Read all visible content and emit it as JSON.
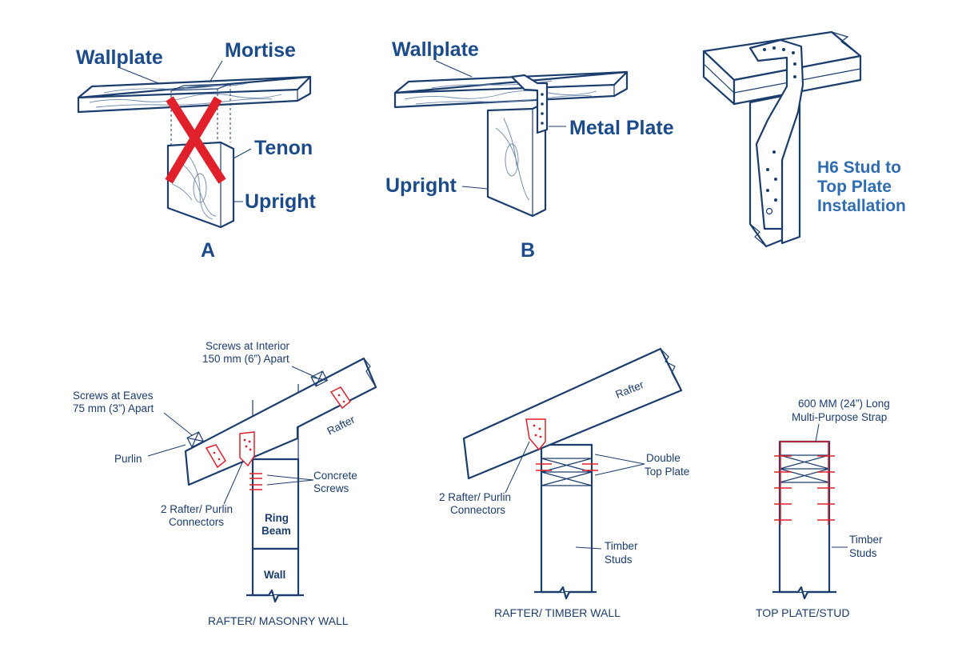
{
  "colors": {
    "line": "#1b3d6e",
    "label_blue": "#1b4b8a",
    "h6_blue": "#2f6db3",
    "accent_red": "#e0202a",
    "background": "#ffffff"
  },
  "panel_a": {
    "wallplate": "Wallplate",
    "mortise": "Mortise",
    "tenon": "Tenon",
    "upright": "Upright",
    "caption": "A",
    "cross_icon": "x-mark-icon"
  },
  "panel_b": {
    "wallplate": "Wallplate",
    "metal_plate": "Metal Plate",
    "upright": "Upright",
    "caption": "B"
  },
  "panel_h6": {
    "label_line1": "H6 Stud to",
    "label_line2": "Top Plate",
    "label_line3": "Installation"
  },
  "masonry": {
    "screws_interior_1": "Screws at Interior",
    "screws_interior_2": "150 mm (6”) Apart",
    "screws_eaves_1": "Screws at Eaves",
    "screws_eaves_2": "75 mm (3”) Apart",
    "rafter": "Rafter",
    "purlin": "Purlin",
    "concrete_1": "Concrete",
    "concrete_2": "Screws",
    "connectors_1": "2 Rafter/ Purlin",
    "connectors_2": "Connectors",
    "ring_1": "Ring",
    "ring_2": "Beam",
    "wall": "Wall",
    "caption": "RAFTER/ MASONRY WALL"
  },
  "timber": {
    "rafter": "Rafter",
    "double_1": "Double",
    "double_2": "Top Plate",
    "connectors_1": "2 Rafter/ Purlin",
    "connectors_2": "Connectors",
    "studs_1": "Timber",
    "studs_2": "Studs",
    "caption": "RAFTER/ TIMBER WALL"
  },
  "topplate": {
    "strap_1": "600 MM (24”) Long",
    "strap_2": "Multi-Purpose Strap",
    "studs_1": "Timber",
    "studs_2": "Studs",
    "caption": "TOP PLATE/STUD"
  }
}
